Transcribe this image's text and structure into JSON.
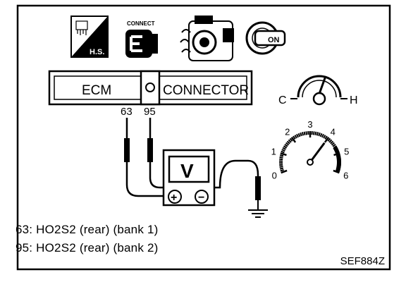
{
  "icons": {
    "hot_soak": {
      "name": "hot-soak-icon",
      "label": "H.S."
    },
    "connect": {
      "name": "disconnect-connector-icon",
      "label": "CONNECT"
    },
    "engine": {
      "name": "engine-running-icon"
    },
    "ignition": {
      "name": "ignition-key-on-icon",
      "label": "ON"
    }
  },
  "ecm_connector": {
    "left_label": "ECM",
    "right_label": "CONNECTOR"
  },
  "terminals": [
    "63",
    "95"
  ],
  "gauge": {
    "cold_label": "C",
    "hot_label": "H"
  },
  "voltmeter": {
    "label": "V",
    "plus": "+",
    "minus": "−",
    "scale": [
      "0",
      "1",
      "2",
      "3",
      "4",
      "5",
      "6"
    ],
    "needle_value": 4
  },
  "legend": [
    "63: HO2S2 (rear) (bank 1)",
    "95: HO2S2 (rear) (bank 2)"
  ],
  "figure_code": "SEF884Z",
  "colors": {
    "ink": "#000000",
    "background": "#ffffff"
  }
}
